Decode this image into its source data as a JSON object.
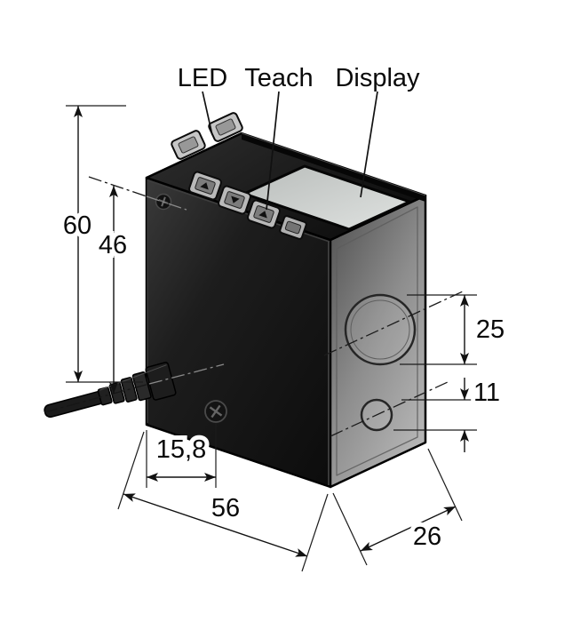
{
  "diagram": {
    "callouts": {
      "led": "LED",
      "teach": "Teach",
      "display": "Display"
    },
    "dimensions": {
      "total_height": "60",
      "mount_height": "46",
      "cable_offset": "15,8",
      "body_width": "56",
      "body_depth": "26",
      "lens_large_dia": "25",
      "lens_small_dia": "11"
    },
    "colors": {
      "line": "#111111",
      "body_front": "#1a1a1a",
      "body_side": "#8c8c8c",
      "body_top": "#141414",
      "display": "#cfd3d1",
      "background": "#ffffff"
    }
  }
}
